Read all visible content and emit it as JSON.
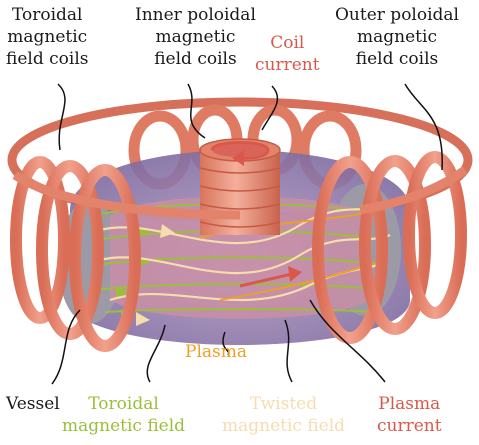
{
  "labels": {
    "toroidal_coils": {
      "lines": [
        "Toroidal",
        "magnetic",
        "field coils"
      ],
      "color": "#1a1a1a"
    },
    "inner_poloidal": {
      "lines": [
        "Inner poloidal",
        "magnetic",
        "field coils"
      ],
      "color": "#1a1a1a"
    },
    "coil_current": {
      "lines": [
        "Coil",
        "current"
      ],
      "color": "#d9584a"
    },
    "outer_poloidal": {
      "lines": [
        "Outer poloidal",
        "magnetic",
        "field coils"
      ],
      "color": "#1a1a1a"
    },
    "plasma": {
      "lines": [
        "Plasma"
      ],
      "color": "#f0a020"
    },
    "vessel": {
      "lines": [
        "Vessel"
      ],
      "color": "#1a1a1a"
    },
    "toroidal_field": {
      "lines": [
        "Toroidal",
        "magnetic field"
      ],
      "color": "#9bbf3a"
    },
    "twisted_field": {
      "lines": [
        "Twisted",
        "magnetic field"
      ],
      "color": "#f7dcae"
    },
    "plasma_current": {
      "lines": [
        "Plasma",
        "current"
      ],
      "color": "#d9584a"
    }
  },
  "colors": {
    "coil": "#e8836c",
    "coil_dark": "#c65a45",
    "vessel_interior": "#8e7fb0",
    "plasma": "#c98ea6",
    "toroidal_field": "#9bbf3a",
    "twisted_field": "#f7dcae",
    "plasma_current_arrow": "#d9584a"
  }
}
